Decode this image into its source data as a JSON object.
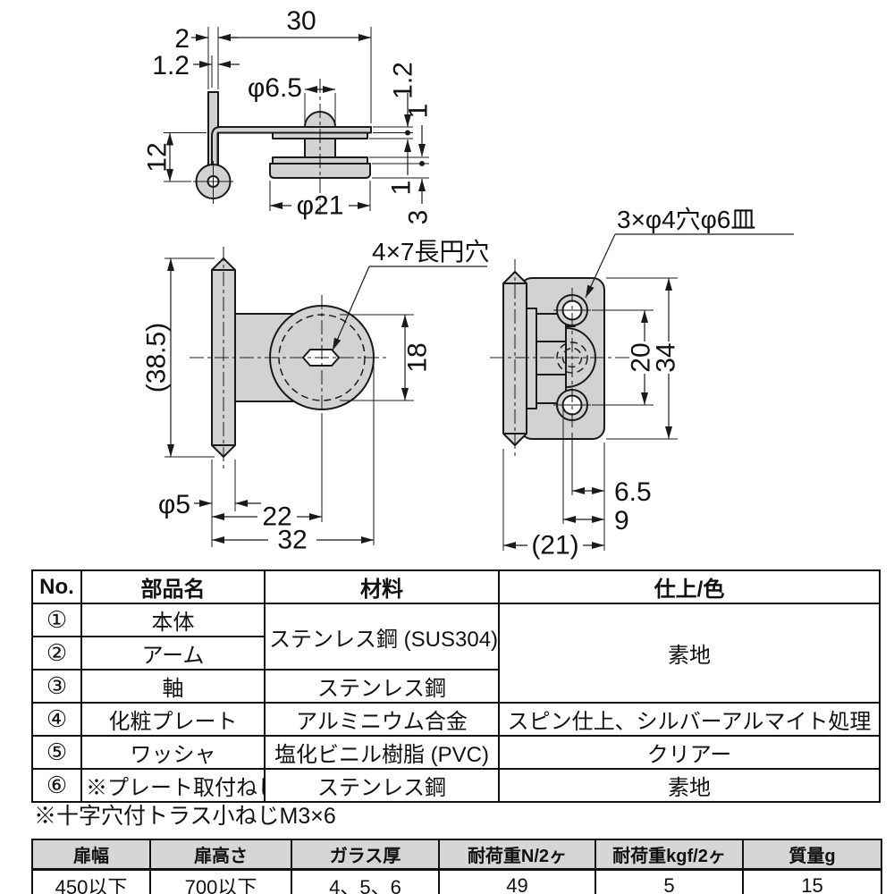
{
  "colors": {
    "part_fill": "#d2d2d2",
    "line": "#1a1a1a",
    "table_header_bg": "#d6d6d6"
  },
  "drawings": {
    "side_view": {
      "dims": {
        "w2": "2",
        "t12": "1.2",
        "len30": "30",
        "dia65": "φ6.5",
        "r12": "1.2",
        "r1a": "1",
        "r1b": "1",
        "r3": "3",
        "h12": "12",
        "dia21": "φ21"
      }
    },
    "front_view": {
      "label": "4×7長円穴",
      "dims": {
        "h385": "(38.5)",
        "h18": "18",
        "dia5": "φ5",
        "w22": "22",
        "w32": "32"
      }
    },
    "back_view": {
      "label": "3×φ4穴φ6皿",
      "dims": {
        "h20": "20",
        "h34": "34",
        "w65": "6.5",
        "w9": "9",
        "w21": "(21)"
      }
    }
  },
  "parts_table": {
    "headers": [
      "No.",
      "部品名",
      "材料",
      "仕上/色"
    ],
    "rows": [
      {
        "no": "①",
        "name": "本体",
        "material": "ステンレス鋼 (SUS304)",
        "finish": "素地"
      },
      {
        "no": "②",
        "name": "アーム"
      },
      {
        "no": "③",
        "name": "軸",
        "material": "ステンレス鋼"
      },
      {
        "no": "④",
        "name": "化粧プレート",
        "material": "アルミニウム合金",
        "finish": "スピン仕上、シルバーアルマイト処理"
      },
      {
        "no": "⑤",
        "name": "ワッシャ",
        "material": "塩化ビニル樹脂 (PVC)",
        "finish": "クリアー"
      },
      {
        "no": "⑥",
        "name": "※プレート取付ねじ",
        "material": "ステンレス鋼",
        "finish": "素地"
      }
    ]
  },
  "note": "※十字穴付トラス小ねじM3×6",
  "spec_table": {
    "headers": [
      "扉幅",
      "扉高さ",
      "ガラス厚",
      "耐荷重N/2ヶ",
      "耐荷重kgf/2ヶ",
      "質量g"
    ],
    "values": [
      "450以下",
      "700以下",
      "4、5、6",
      "49",
      "5",
      "15"
    ]
  }
}
